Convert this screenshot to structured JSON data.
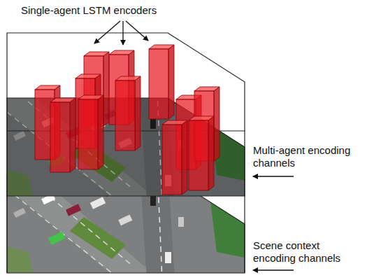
{
  "diagram": {
    "labels": [
      "Single-agent LSTM encoders",
      "Multi-agent encoding channels",
      "Scene context encoding channels"
    ]
  }
}
